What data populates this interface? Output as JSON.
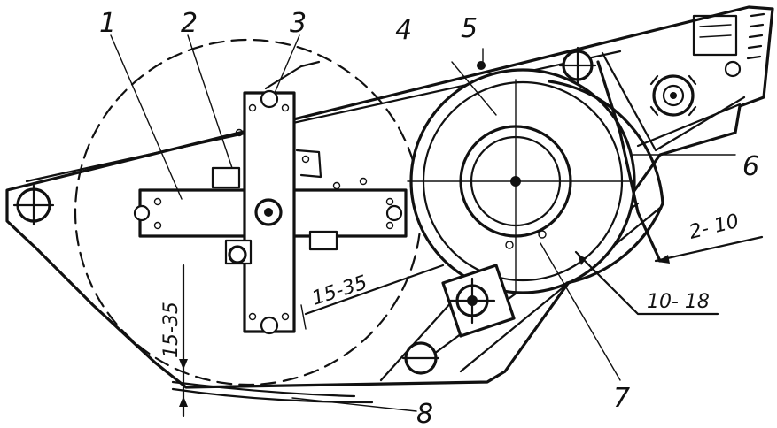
{
  "diagram": {
    "callouts": {
      "c1": "1",
      "c2": "2",
      "c3": "3",
      "c4": "4",
      "c5": "5",
      "c6": "6",
      "c7": "7",
      "c8": "8"
    },
    "dimensions": {
      "d_15_35_left": "15-35",
      "d_15_35_mid": "15-35",
      "d_2_10": "2- 10",
      "d_10_18": "10- 18"
    },
    "colors": {
      "ink": "#111111",
      "paper": "#ffffff"
    }
  }
}
